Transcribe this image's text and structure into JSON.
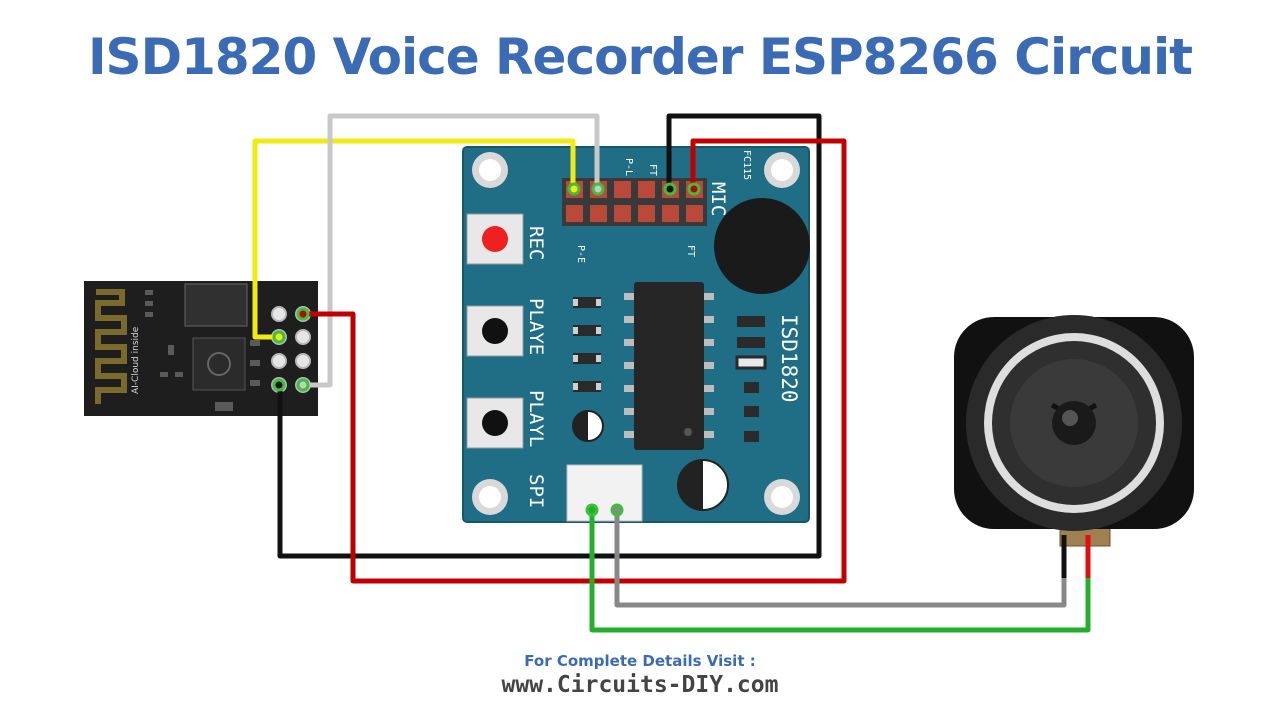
{
  "title": "ISD1820 Voice Recorder ESP8266 Circuit",
  "esp_module": {
    "text": "AI-Cloud inside"
  },
  "isd_module": {
    "name": "ISD1820",
    "mic_label": "MIC",
    "buttons": [
      "REC",
      "PLAYE",
      "PLAYL"
    ],
    "spi_label": "SPI",
    "header_top_labels": [
      "P-L",
      "FT",
      "FC115"
    ],
    "header_bottom_labels": [
      "P-E",
      "FT"
    ]
  },
  "wire_colors": {
    "vcc": "#c00000",
    "gnd": "#111111",
    "signal_yellow": "#f2ea14",
    "signal_white": "#c8c8c8",
    "speaker_pos": "#22b02a",
    "speaker_neg": "#888888"
  },
  "footer": {
    "label": "For Complete Details Visit :",
    "url": "www.Circuits-DIY.com"
  }
}
